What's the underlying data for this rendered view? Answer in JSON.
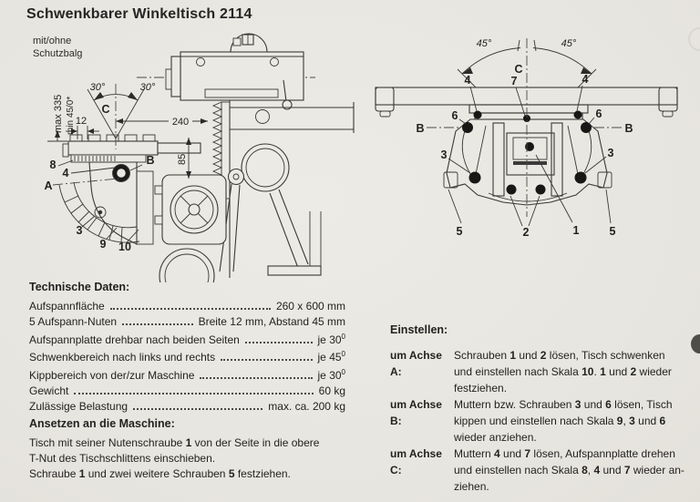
{
  "page": {
    "title": "Schwenkbarer Winkeltisch 2114",
    "subtitle_line1": "mit/ohne",
    "subtitle_line2": "Schutzbalg"
  },
  "left_drawing": {
    "labels": {
      "max": "max 335",
      "min": "min 45/0*",
      "angle_left": "30°",
      "angle_right": "30°",
      "c": "C",
      "d12": "12",
      "d240": "240",
      "d85": "85",
      "n8": "8",
      "n4": "4",
      "a": "A",
      "b": "B",
      "n3": "3",
      "n9": "9",
      "n10": "10"
    }
  },
  "right_drawing": {
    "labels": {
      "angle_left": "45°",
      "angle_right": "45°",
      "c": "C",
      "n4l": "4",
      "n7": "7",
      "n4r": "4",
      "n6l": "6",
      "n6r": "6",
      "bl": "B",
      "br": "B",
      "n3l": "3",
      "n3r": "3",
      "n5l": "5",
      "n5r": "5",
      "n2": "2",
      "n1": "1"
    }
  },
  "technical_data": {
    "heading": "Technische Daten:",
    "rows": [
      {
        "label": "Aufspannfläche",
        "value": "260 x 600 mm"
      },
      {
        "label": "5 Aufspann-Nuten",
        "value": "Breite 12 mm, Abstand 45 mm"
      },
      {
        "label": "Aufspannplatte drehbar nach beiden Seiten",
        "value": "je 30",
        "sup": "0"
      },
      {
        "label": "Schwenkbereich nach links und rechts",
        "value": "je 45",
        "sup": "0"
      },
      {
        "label": "Kippbereich von der/zur Maschine",
        "value": "je 30",
        "sup": "0"
      },
      {
        "label": "Gewicht",
        "value": "60 kg"
      },
      {
        "label": "Zulässige Belastung",
        "value": "max. ca. 200 kg"
      }
    ]
  },
  "mounting": {
    "heading": "Ansetzen an die Maschine:",
    "lines": [
      [
        {
          "t": "Tisch mit seiner Nutenschraube "
        },
        {
          "t": "1",
          "b": true
        },
        {
          "t": " von der Seite in die obere"
        }
      ],
      [
        {
          "t": "T-Nut des Tischschlittens einschieben."
        }
      ],
      [
        {
          "t": "Schraube "
        },
        {
          "t": "1",
          "b": true
        },
        {
          "t": " und zwei weitere Schrauben "
        },
        {
          "t": "5",
          "b": true
        },
        {
          "t": " festziehen."
        }
      ]
    ]
  },
  "adjustment": {
    "heading": "Einstellen:",
    "entries": [
      {
        "term": "um Achse A:",
        "lines": [
          [
            {
              "t": "Schrauben "
            },
            {
              "t": "1",
              "b": true
            },
            {
              "t": " und "
            },
            {
              "t": "2",
              "b": true
            },
            {
              "t": " lösen, Tisch schwenken"
            }
          ],
          [
            {
              "t": "und einstellen nach Skala "
            },
            {
              "t": "10",
              "b": true
            },
            {
              "t": ". "
            },
            {
              "t": "1",
              "b": true
            },
            {
              "t": " und "
            },
            {
              "t": "2",
              "b": true
            },
            {
              "t": " wieder"
            }
          ],
          [
            {
              "t": "festziehen."
            }
          ]
        ]
      },
      {
        "term": "um Achse B:",
        "lines": [
          [
            {
              "t": "Muttern bzw. Schrauben "
            },
            {
              "t": "3",
              "b": true
            },
            {
              "t": " und "
            },
            {
              "t": "6",
              "b": true
            },
            {
              "t": " lösen, Tisch"
            }
          ],
          [
            {
              "t": "kippen und einstellen nach Skala "
            },
            {
              "t": "9",
              "b": true
            },
            {
              "t": ", "
            },
            {
              "t": "3",
              "b": true
            },
            {
              "t": " und "
            },
            {
              "t": "6",
              "b": true
            }
          ],
          [
            {
              "t": "wieder anziehen."
            }
          ]
        ]
      },
      {
        "term": "um Achse C:",
        "lines": [
          [
            {
              "t": "Muttern "
            },
            {
              "t": "4",
              "b": true
            },
            {
              "t": " und "
            },
            {
              "t": "7",
              "b": true
            },
            {
              "t": " lösen, Aufspannplatte drehen"
            }
          ],
          [
            {
              "t": "und einstellen nach Skala "
            },
            {
              "t": "8",
              "b": true
            },
            {
              "t": ", "
            },
            {
              "t": "4",
              "b": true
            },
            {
              "t": " und "
            },
            {
              "t": "7",
              "b": true
            },
            {
              "t": " wieder an-"
            }
          ],
          [
            {
              "t": "ziehen."
            }
          ]
        ]
      }
    ]
  },
  "colors": {
    "paper": "#e9e7e1",
    "ink": "#232221",
    "line": "#3a3936"
  }
}
